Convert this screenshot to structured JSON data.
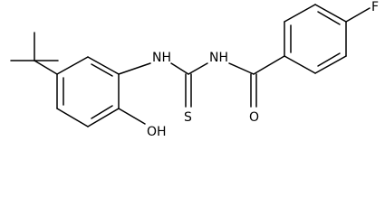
{
  "molecule": {
    "atom_labels": {
      "fluorine": "F",
      "amide_oxygen": "O",
      "thio_sulfur": "S",
      "hydroxyl": "OH",
      "nitrogen_left": "NH",
      "nitrogen_right": "NH"
    },
    "colors": {
      "bond": "#000000",
      "text": "#000000",
      "background": "#ffffff"
    }
  }
}
